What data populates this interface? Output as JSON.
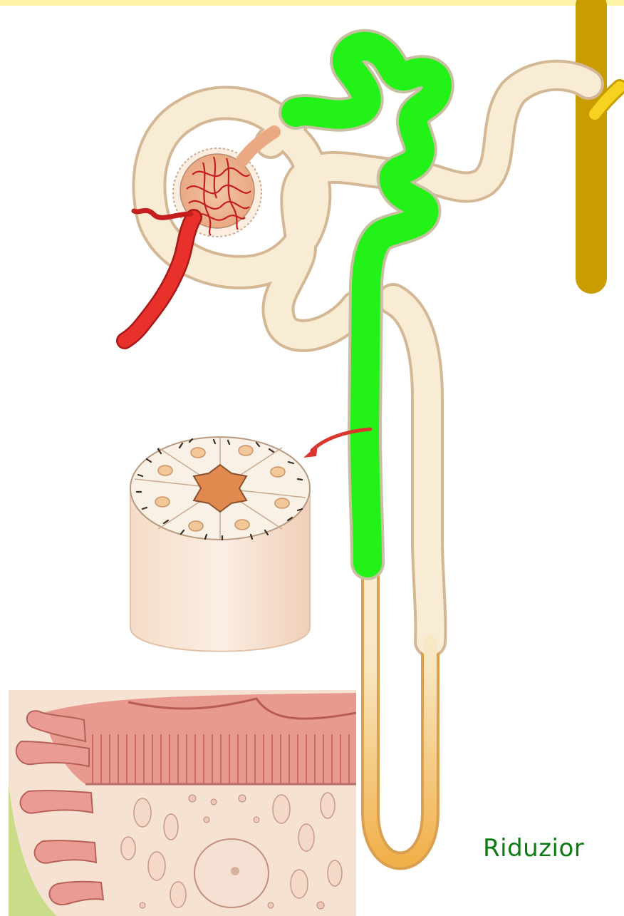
{
  "caption": "Riduzior",
  "colors": {
    "background": "#ffffff",
    "top_band": "#fff4a8",
    "tubule_fill": "#f8ecd4",
    "tubule_outline": "#d4b896",
    "highlighted_segment": "#22f218",
    "collecting_duct": "#f2cc0c",
    "arteriole": "#e8312b",
    "loop_descending_lower": "#f0b24a",
    "capillary_tuft": "#f0b090",
    "caption_text": "#0c7a12"
  },
  "illustrations": [
    "nephron-diagram",
    "renal-corpuscle",
    "tubule-cross-section",
    "brush-border-microvilli"
  ]
}
